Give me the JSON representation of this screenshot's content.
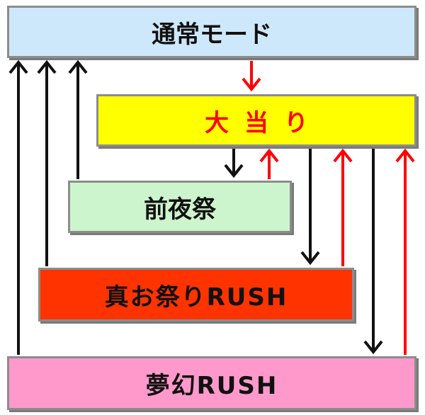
{
  "nodes": {
    "normal": {
      "label": "通常モード",
      "color": "#cde8fb"
    },
    "jackpot": {
      "label": "大当り",
      "color": "#ffff00",
      "text_color": "#ff0000"
    },
    "eve": {
      "label": "前夜祭",
      "color": "#cdf5cd"
    },
    "true": {
      "label": "真お祭りRUSH",
      "color": "#ff3300"
    },
    "dream": {
      "label": "夢幻RUSH",
      "color": "#ff99cc"
    }
  },
  "edges": [
    {
      "from": "normal",
      "to": "jackpot",
      "color": "red"
    },
    {
      "from": "jackpot",
      "to": "eve",
      "color": "black"
    },
    {
      "from": "eve",
      "to": "jackpot",
      "color": "red"
    },
    {
      "from": "jackpot",
      "to": "true",
      "color": "black"
    },
    {
      "from": "true",
      "to": "jackpot",
      "color": "red"
    },
    {
      "from": "jackpot",
      "to": "dream",
      "color": "black"
    },
    {
      "from": "dream",
      "to": "jackpot",
      "color": "red"
    },
    {
      "from": "eve",
      "to": "normal",
      "color": "black"
    },
    {
      "from": "true",
      "to": "normal",
      "color": "black"
    },
    {
      "from": "dream",
      "to": "normal",
      "color": "black"
    }
  ],
  "colors": {
    "red_arrow": "#ff0000",
    "black_arrow": "#111111"
  }
}
